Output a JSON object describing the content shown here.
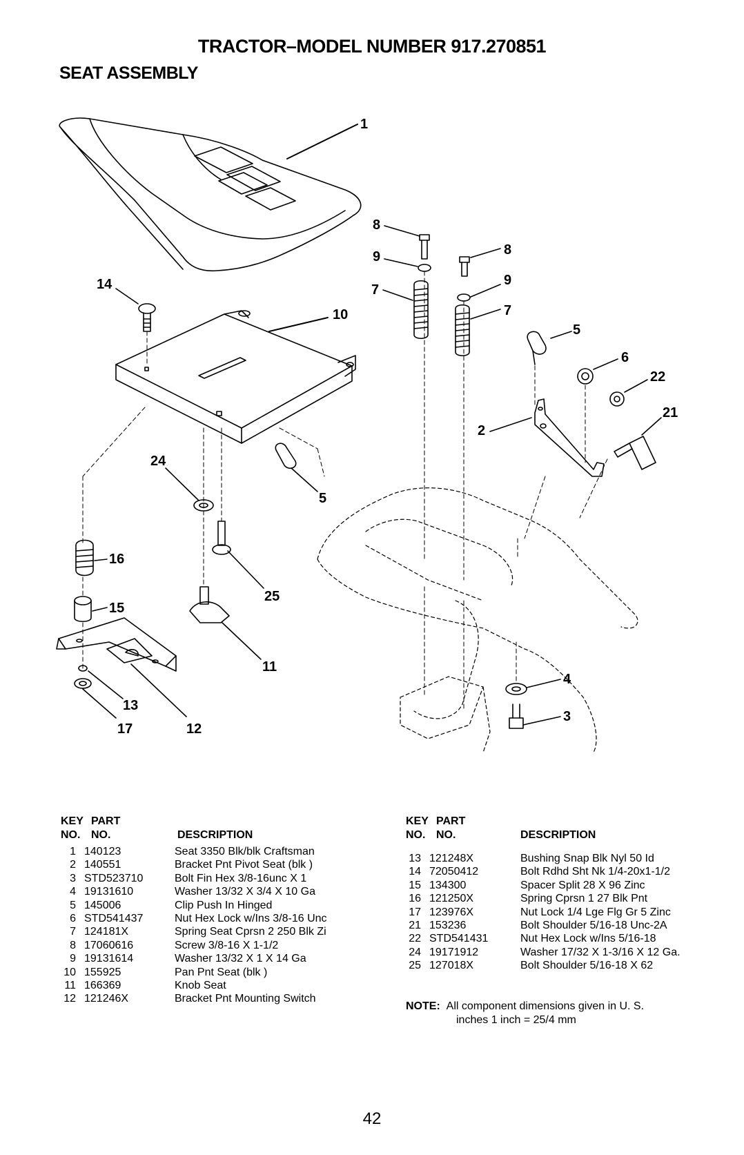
{
  "header": {
    "title": "TRACTOR–MODEL NUMBER 917.270851",
    "subtitle": "SEAT ASSEMBLY"
  },
  "diagram": {
    "callouts": [
      "1",
      "14",
      "10",
      "8",
      "9",
      "7",
      "8",
      "9",
      "7",
      "5",
      "6",
      "22",
      "2",
      "21",
      "24",
      "5",
      "16",
      "25",
      "15",
      "11",
      "13",
      "17",
      "12",
      "4",
      "3"
    ]
  },
  "parts_table": {
    "columns": {
      "key_no_line1": "KEY",
      "key_no_line2": "NO.",
      "part_no_line1": "PART",
      "part_no_line2": "NO.",
      "description": "DESCRIPTION"
    },
    "left_rows": [
      {
        "key": "1",
        "part": "140123",
        "desc": "Seat 3350 Blk/blk Craftsman"
      },
      {
        "key": "2",
        "part": "140551",
        "desc": "Bracket Pnt Pivot Seat (blk )"
      },
      {
        "key": "3",
        "part": "STD523710",
        "desc": "Bolt Fin Hex 3/8-16unc X 1"
      },
      {
        "key": "4",
        "part": "19131610",
        "desc": "Washer 13/32 X 3/4 X 10 Ga"
      },
      {
        "key": "5",
        "part": "145006",
        "desc": "Clip Push In Hinged"
      },
      {
        "key": "6",
        "part": "STD541437",
        "desc": "Nut Hex Lock w/Ins 3/8-16 Unc"
      },
      {
        "key": "7",
        "part": "124181X",
        "desc": "Spring Seat Cprsn 2 250 Blk Zi"
      },
      {
        "key": "8",
        "part": "17060616",
        "desc": "Screw 3/8-16 X 1-1/2"
      },
      {
        "key": "9",
        "part": "19131614",
        "desc": "Washer 13/32 X 1 X 14 Ga"
      },
      {
        "key": "10",
        "part": "155925",
        "desc": "Pan Pnt Seat (blk )"
      },
      {
        "key": "11",
        "part": "166369",
        "desc": "Knob Seat"
      },
      {
        "key": "12",
        "part": "121246X",
        "desc": "Bracket Pnt Mounting Switch"
      }
    ],
    "right_rows": [
      {
        "key": "13",
        "part": "121248X",
        "desc": "Bushing Snap Blk Nyl 50 Id"
      },
      {
        "key": "14",
        "part": "72050412",
        "desc": "Bolt Rdhd Sht Nk 1/4-20x1-1/2"
      },
      {
        "key": "15",
        "part": "134300",
        "desc": "Spacer Split 28 X 96 Zinc"
      },
      {
        "key": "16",
        "part": "121250X",
        "desc": "Spring Cprsn 1 27 Blk Pnt"
      },
      {
        "key": "17",
        "part": "123976X",
        "desc": "Nut Lock 1/4 Lge Flg Gr 5 Zinc"
      },
      {
        "key": "21",
        "part": "153236",
        "desc": "Bolt Shoulder 5/16-18 Unc-2A"
      },
      {
        "key": "22",
        "part": "STD541431",
        "desc": "Nut Hex Lock w/Ins 5/16-18"
      },
      {
        "key": "24",
        "part": "19171912",
        "desc": "Washer 17/32 X 1-3/16 X 12 Ga."
      },
      {
        "key": "25",
        "part": "127018X",
        "desc": "Bolt Shoulder 5/16-18 X 62"
      }
    ]
  },
  "note": {
    "label": "NOTE:",
    "line1": "All component dimensions given in U. S.",
    "line2": "inches 1 inch = 25/4 mm"
  },
  "page_number": "42"
}
